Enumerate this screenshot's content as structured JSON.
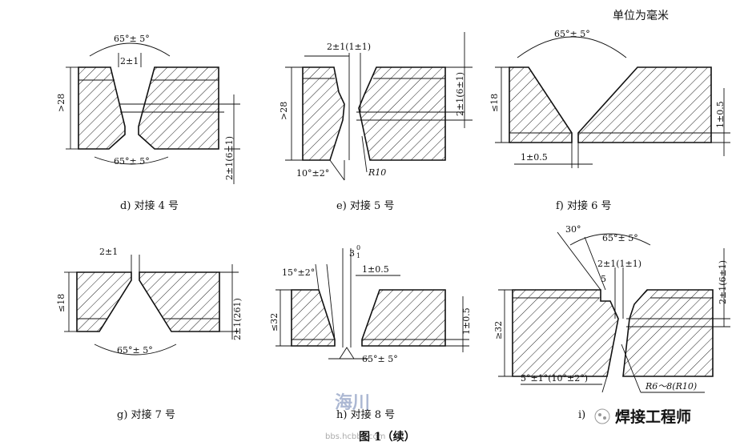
{
  "unit_note": "单位为毫米",
  "figure_caption": "图 1（续）",
  "watermark": {
    "site_cn": "海川",
    "url": "bbs.hcbbs.com",
    "channel": "焊接工程师"
  },
  "panels": [
    {
      "id": "d",
      "caption": "d) 对接 4 号",
      "angle_top": "65°± 5°",
      "angle_bottom": "65°± 5°",
      "gap": "2±1",
      "thickness": ">28",
      "root": "2±1(6±1)"
    },
    {
      "id": "e",
      "caption": "e) 对接 5 号",
      "gap": "2±1(1±1)",
      "thickness": ">28",
      "root": "2±1(6±1)",
      "bevel": "10°±2°",
      "radius": "R10"
    },
    {
      "id": "f",
      "caption": "f) 对接 6 号",
      "angle_top": "65°± 5°",
      "thickness": "≤18",
      "root": "1±0.5",
      "gap": "1±0.5"
    },
    {
      "id": "g",
      "caption": "g) 对接 7 号",
      "gap": "2±1",
      "thickness": "≤18",
      "angle_bottom": "65°± 5°",
      "root": "2±1(261)"
    },
    {
      "id": "h",
      "caption": "h) 对接 8 号",
      "bevel": "15°±2°",
      "gap_sup": "0",
      "gap_sub": "1",
      "gap_base": "3",
      "land": "1±0.5",
      "thickness": "≤32",
      "root": "1±0.5",
      "angle_bottom": "65°± 5°"
    },
    {
      "id": "i",
      "caption": "i)",
      "angle_side": "30°",
      "angle_top": "65°± 5°",
      "gap": "2±1(1±1)",
      "step": "5",
      "thickness": "≥32",
      "root": "2±1(6±1)",
      "bevel": "5°±1°(10°±2°)",
      "radius": "R6～8(R10)"
    }
  ]
}
